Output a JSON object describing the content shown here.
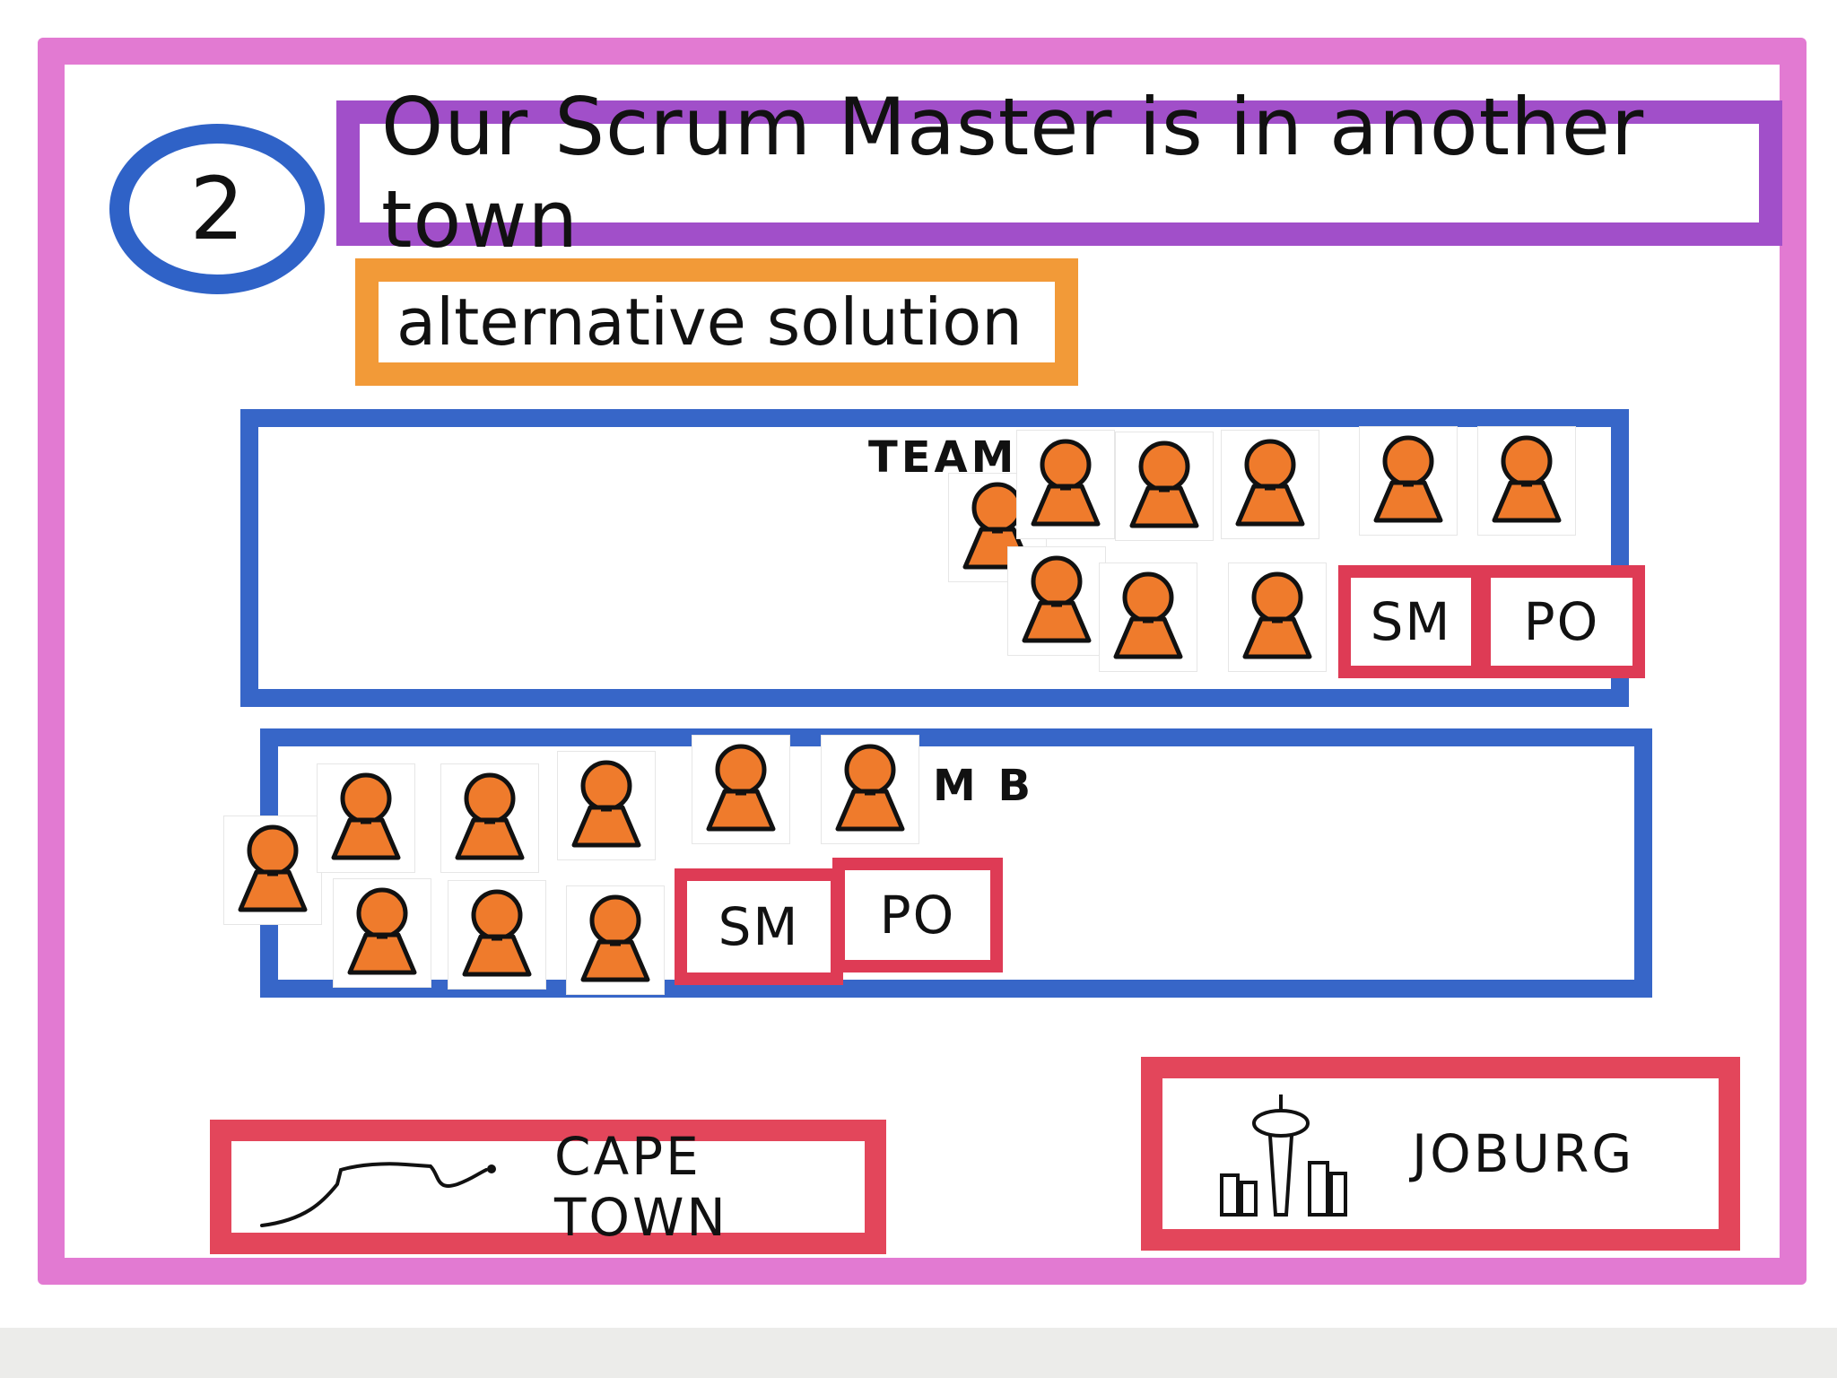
{
  "step_number": "2",
  "title": "Our Scrum Master is in another town",
  "subtitle": "alternative solution",
  "team_a": {
    "label": "TEAM",
    "sm": "SM",
    "po": "PO"
  },
  "team_b": {
    "label": "M B",
    "sm": "SM",
    "po": "PO"
  },
  "cities": {
    "left": "CAPE TOWN",
    "right": "JOBURG"
  },
  "colors": {
    "frame": "#e27ad2",
    "title_border": "#a14fc9",
    "subtitle_border": "#f29a38",
    "team_border": "#3766c8",
    "role_border": "#de3b55",
    "city_border": "#e3465b",
    "person_fill": "#ef7b2c"
  },
  "icons": {
    "cape_town": "table-mountain-icon",
    "joburg": "city-tower-icon",
    "member": "person-icon"
  }
}
